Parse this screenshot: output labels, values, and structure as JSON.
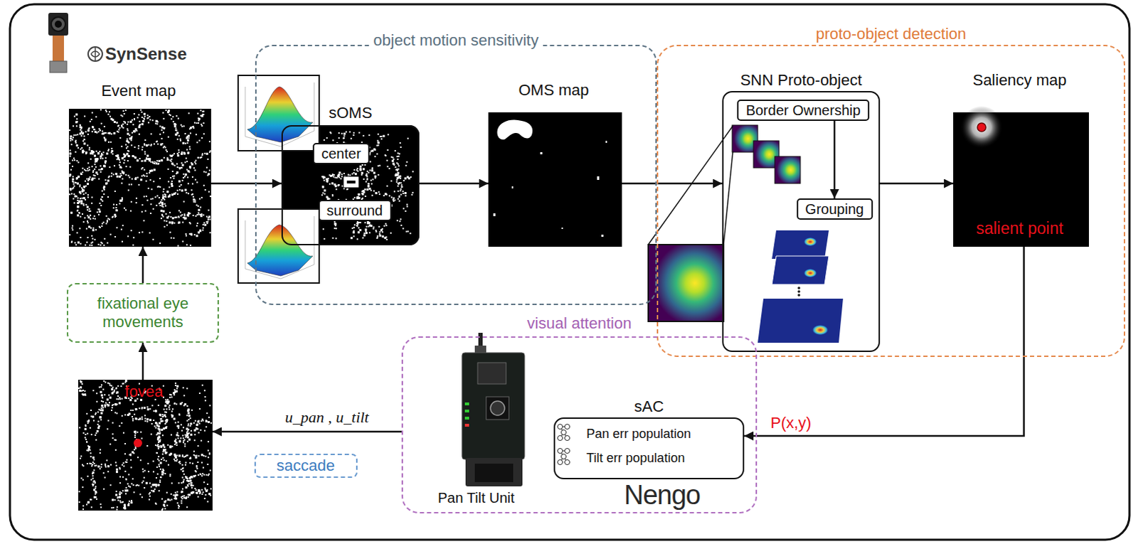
{
  "diagram": {
    "nodes": [
      {
        "text": [
          "Event map"
        ]
      },
      {
        "text": [
          "object motion sensitivity"
        ]
      },
      {
        "text": [
          "sOMS"
        ],
        "in": 1
      },
      {
        "text": [
          "center"
        ],
        "in": 2
      },
      {
        "text": [
          "surround"
        ],
        "in": 2
      },
      {
        "text": [
          "OMS map"
        ],
        "in": 1
      },
      {
        "text": [
          "proto-object detection"
        ]
      },
      {
        "text": [
          "SNN Proto-object"
        ],
        "in": 6
      },
      {
        "text": [
          "Border Ownership"
        ],
        "in": 7
      },
      {
        "text": [
          "Grouping"
        ],
        "in": 7
      },
      {
        "text": [
          "Saliency map",
          "salient point"
        ],
        "in": 6
      },
      {
        "text": [
          "visual attention"
        ]
      },
      {
        "text": [
          "sAC",
          "Pan err population",
          "Tilt err population"
        ],
        "in": 11
      },
      {
        "text": [
          "fixational eye movements"
        ]
      },
      {
        "text": [
          "fovea"
        ]
      },
      {
        "text": [
          "saccade"
        ]
      }
    ],
    "edges": [
      {
        "from": 0,
        "to": 2,
        "arrow": "to"
      },
      {
        "from": 2,
        "to": 5,
        "arrow": "to"
      },
      {
        "from": 5,
        "to": 7,
        "arrow": "to"
      },
      {
        "from": 8,
        "to": 9,
        "arrow": "to"
      },
      {
        "from": 7,
        "to": 10,
        "arrow": "to"
      },
      {
        "from": 10,
        "to": 12,
        "label": "P(x,y)",
        "arrow": "to"
      },
      {
        "from": 11,
        "to": 14,
        "label": "u_pan , u_tilt",
        "arrow": "to"
      },
      {
        "from": 14,
        "to": 13,
        "arrow": "to"
      },
      {
        "from": 13,
        "to": 0,
        "arrow": "to"
      }
    ],
    "labels": [
      "SynSense",
      "Pan Tilt Unit",
      "Nengo"
    ]
  }
}
